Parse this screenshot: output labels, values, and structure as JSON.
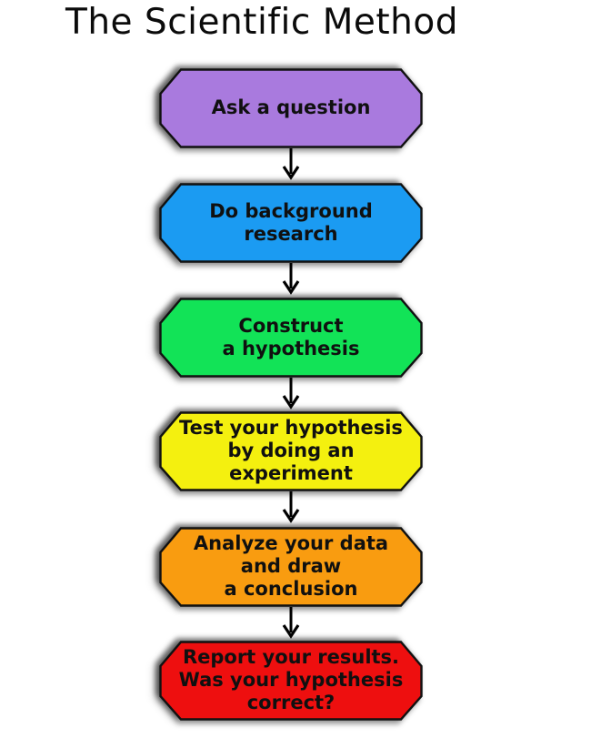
{
  "title": "The Scientific Method",
  "icons": {
    "connector": "arrow-down"
  },
  "colors": {
    "background": "#ffffff",
    "outline": "#111111",
    "text": "#101010",
    "shadow": "rgba(0,0,0,0.5)"
  },
  "steps": [
    {
      "label": "Ask a question",
      "color": "#a97ade"
    },
    {
      "label": "Do background\nresearch",
      "color": "#1b9bf2"
    },
    {
      "label": "Construct\na hypothesis",
      "color": "#12e357"
    },
    {
      "label": "Test your hypothesis\nby doing an\nexperiment",
      "color": "#f4f00f"
    },
    {
      "label": "Analyze your data\nand draw\na conclusion",
      "color": "#f99c10"
    },
    {
      "label": "Report your results.\nWas your hypothesis\ncorrect?",
      "color": "#ee0f0f"
    }
  ]
}
